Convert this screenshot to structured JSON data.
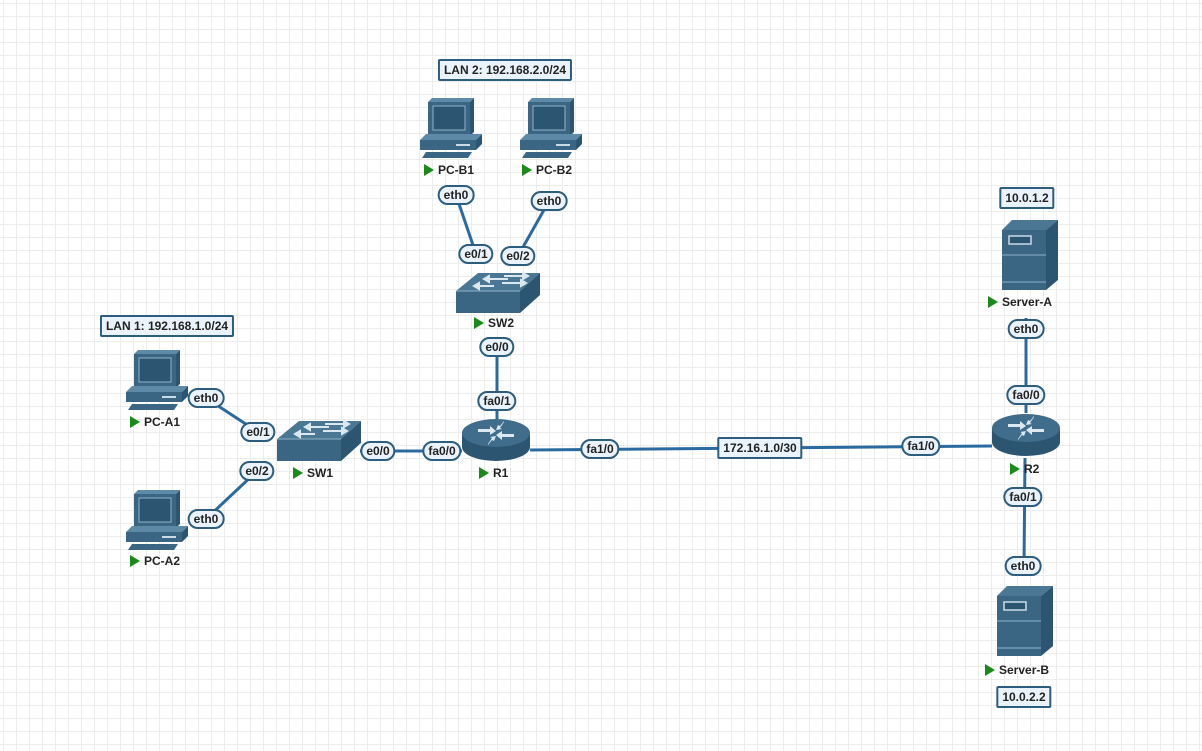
{
  "colors": {
    "device": "#3a6684",
    "device_dark": "#2c5572",
    "link": "#2a6aa0",
    "badge_border": "#2c5d7e",
    "badge_fill": "#eaf3fb",
    "play": "#1a8a1a"
  },
  "notes": {
    "lan1": "LAN 1: 192.168.1.0/24",
    "lan2": "LAN 2: 192.168.2.0/24",
    "wan": "172.16.1.0/30",
    "server_a_ip": "10.0.1.2",
    "server_b_ip": "10.0.2.2"
  },
  "nodes": {
    "pc_a1": {
      "name": "PC-A1",
      "type": "pc-icon"
    },
    "pc_a2": {
      "name": "PC-A2",
      "type": "pc-icon"
    },
    "sw1": {
      "name": "SW1",
      "type": "switch-icon"
    },
    "r1": {
      "name": "R1",
      "type": "router-icon"
    },
    "sw2": {
      "name": "SW2",
      "type": "switch-icon"
    },
    "pc_b1": {
      "name": "PC-B1",
      "type": "pc-icon"
    },
    "pc_b2": {
      "name": "PC-B2",
      "type": "pc-icon"
    },
    "r2": {
      "name": "R2",
      "type": "router-icon"
    },
    "server_a": {
      "name": "Server-A",
      "type": "server-icon"
    },
    "server_b": {
      "name": "Server-B",
      "type": "server-icon"
    }
  },
  "interfaces": {
    "pc_a1_eth0": "eth0",
    "sw1_e0_1": "e0/1",
    "pc_a2_eth0": "eth0",
    "sw1_e0_2": "e0/2",
    "sw1_e0_0": "e0/0",
    "r1_fa0_0": "fa0/0",
    "r1_fa0_1": "fa0/1",
    "sw2_e0_0": "e0/0",
    "sw2_e0_1": "e0/1",
    "sw2_e0_2": "e0/2",
    "pc_b1_eth0": "eth0",
    "pc_b2_eth0": "eth0",
    "r1_fa1_0": "fa1/0",
    "r2_fa1_0": "fa1/0",
    "r2_fa0_0": "fa0/0",
    "r2_fa0_1": "fa0/1",
    "server_a_eth0": "eth0",
    "server_b_eth0": "eth0"
  },
  "links": [
    {
      "from": "PC-A1",
      "to": "SW1"
    },
    {
      "from": "PC-A2",
      "to": "SW1"
    },
    {
      "from": "SW1",
      "to": "R1"
    },
    {
      "from": "R1",
      "to": "SW2"
    },
    {
      "from": "SW2",
      "to": "PC-B1"
    },
    {
      "from": "SW2",
      "to": "PC-B2"
    },
    {
      "from": "R1",
      "to": "R2"
    },
    {
      "from": "R2",
      "to": "Server-A"
    },
    {
      "from": "R2",
      "to": "Server-B"
    }
  ]
}
